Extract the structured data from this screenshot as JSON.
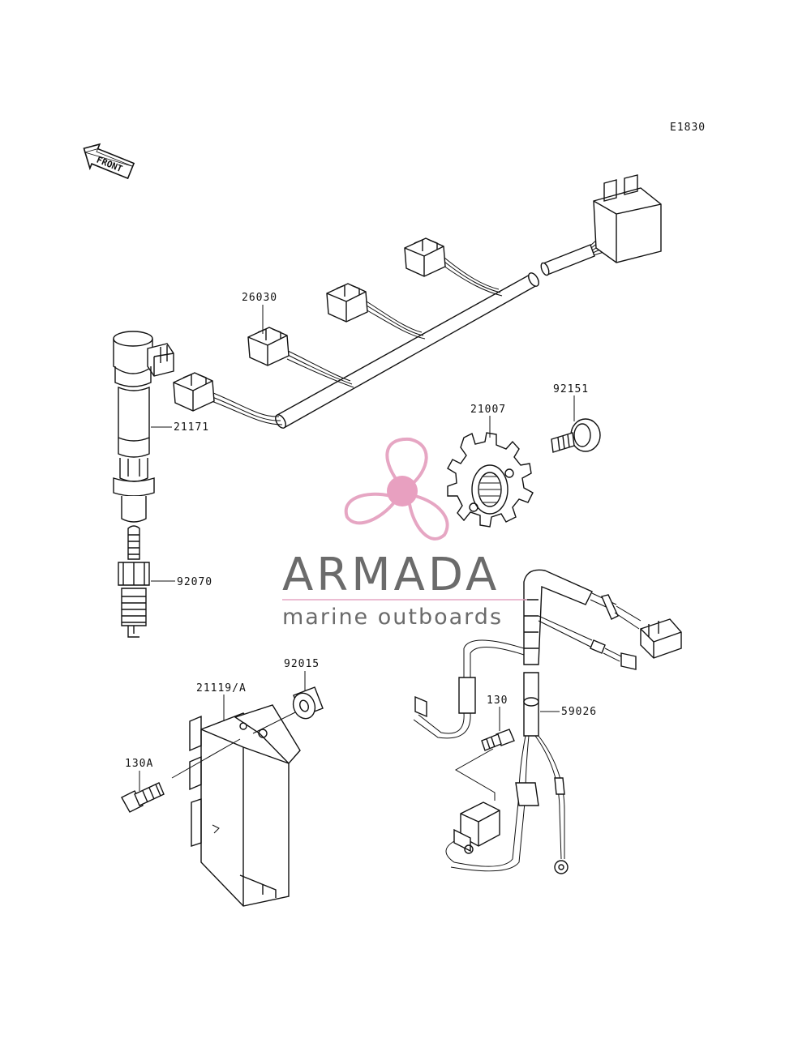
{
  "diagram_code": "E1830",
  "front_arrow_text": "FRONT",
  "parts": [
    {
      "number": "26030"
    },
    {
      "number": "21171"
    },
    {
      "number": "92070"
    },
    {
      "number": "21007"
    },
    {
      "number": "92151"
    },
    {
      "number": "92015"
    },
    {
      "number": "21119/A"
    },
    {
      "number": "130A"
    },
    {
      "number": "130"
    },
    {
      "number": "59026"
    }
  ],
  "watermark": {
    "name": "ARMADA",
    "tagline": "marine outboards",
    "colors": {
      "text": "#6b6b6b",
      "accent": "#e6a6c3",
      "hub": "#e8a0c0"
    },
    "icon": "propeller-icon"
  }
}
